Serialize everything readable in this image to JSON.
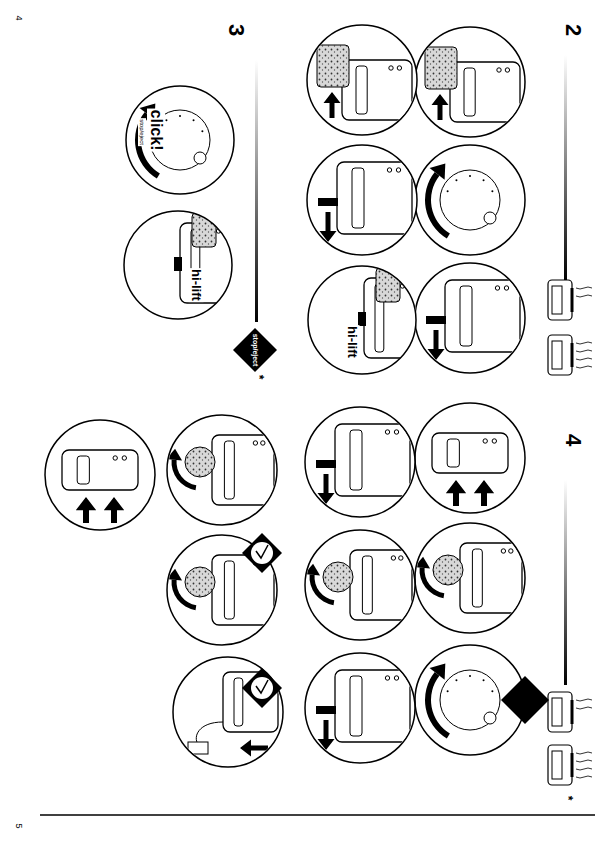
{
  "diagram": {
    "nodes": [
      {
        "text": [
          "hi-lift"
        ]
      },
      {
        "text": [
          "click!",
          "stop/eject"
        ]
      },
      {
        "text": [
          "hi-lift"
        ]
      },
      {
        "text": [
          "stop/eject",
          "*"
        ]
      }
    ],
    "labels": [
      "2",
      "3",
      "4",
      "*",
      "4",
      "5"
    ]
  }
}
